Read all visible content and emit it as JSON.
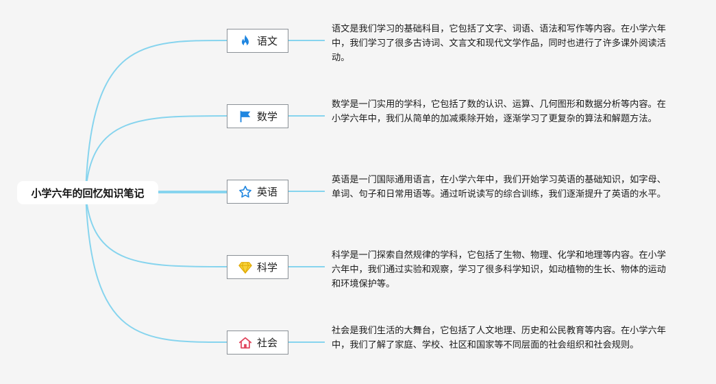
{
  "root": {
    "title": "小学六年的回忆知识笔记"
  },
  "branches": [
    {
      "label": "语文",
      "icon": "fire-icon",
      "icon_color": "#1f86e0",
      "description": "语文是我们学习的基础科目，它包括了文字、词语、语法和写作等内容。在小学六年中，我们学习了很多古诗词、文言文和现代文学作品，同时也进行了许多课外阅读活动。"
    },
    {
      "label": "数学",
      "icon": "flag-icon",
      "icon_color": "#1f86e0",
      "description": "数学是一门实用的学科，它包括了数的认识、运算、几何图形和数据分析等内容。在小学六年中，我们从简单的加减乘除开始，逐渐学习了更复杂的算法和解题方法。"
    },
    {
      "label": "英语",
      "icon": "star-icon",
      "icon_color": "#1f86e0",
      "description": "英语是一门国际通用语言，在小学六年中，我们开始学习英语的基础知识，如字母、单词、句子和日常用语等。通过听说读写的综合训练，我们逐渐提升了英语的水平。"
    },
    {
      "label": "科学",
      "icon": "diamond-icon",
      "icon_color": "#f2c200",
      "description": "科学是一门探索自然规律的学科，它包括了生物、物理、化学和地理等内容。在小学六年中，我们通过实验和观察，学习了很多科学知识，如动植物的生长、物体的运动和环境保护等。"
    },
    {
      "label": "社会",
      "icon": "home-icon",
      "icon_color": "#e0455c",
      "description": "社会是我们生活的大舞台，它包括了人文地理、历史和公民教育等内容。在小学六年中，我们了解了家庭、学校、社区和国家等不同层面的社会组织和社会规则。"
    }
  ],
  "colors": {
    "background": "#f5f5f5",
    "connector": "#86d4ee",
    "branch_border": "#8a9096"
  }
}
